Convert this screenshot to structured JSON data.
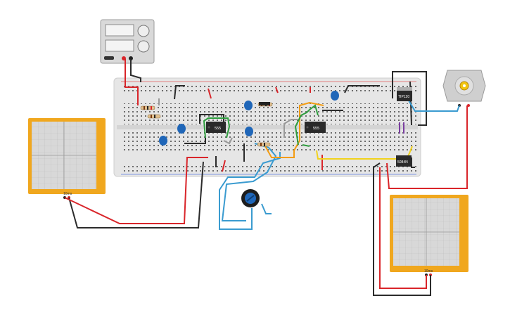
{
  "components": {
    "timer1_label": "555",
    "timer2_label": "555",
    "transistor_label": "TIP120",
    "diode_label": "5084N"
  },
  "oscilloscopes": {
    "scope1_unit": "10ms",
    "scope2_unit": "10ms"
  },
  "colors": {
    "breadboard": "#e6e6e6",
    "scope_frame": "#f0a71e",
    "scope_screen": "#d8d8d8",
    "wire_red": "#d9252a",
    "wire_black": "#2b2b2b",
    "wire_blue": "#3a9bd0",
    "wire_orange": "#f39c12",
    "wire_green": "#2e9e3e",
    "wire_yellow": "#f1d21c",
    "wire_purple": "#7a3ea0",
    "capacitor": "#1f66b8"
  }
}
